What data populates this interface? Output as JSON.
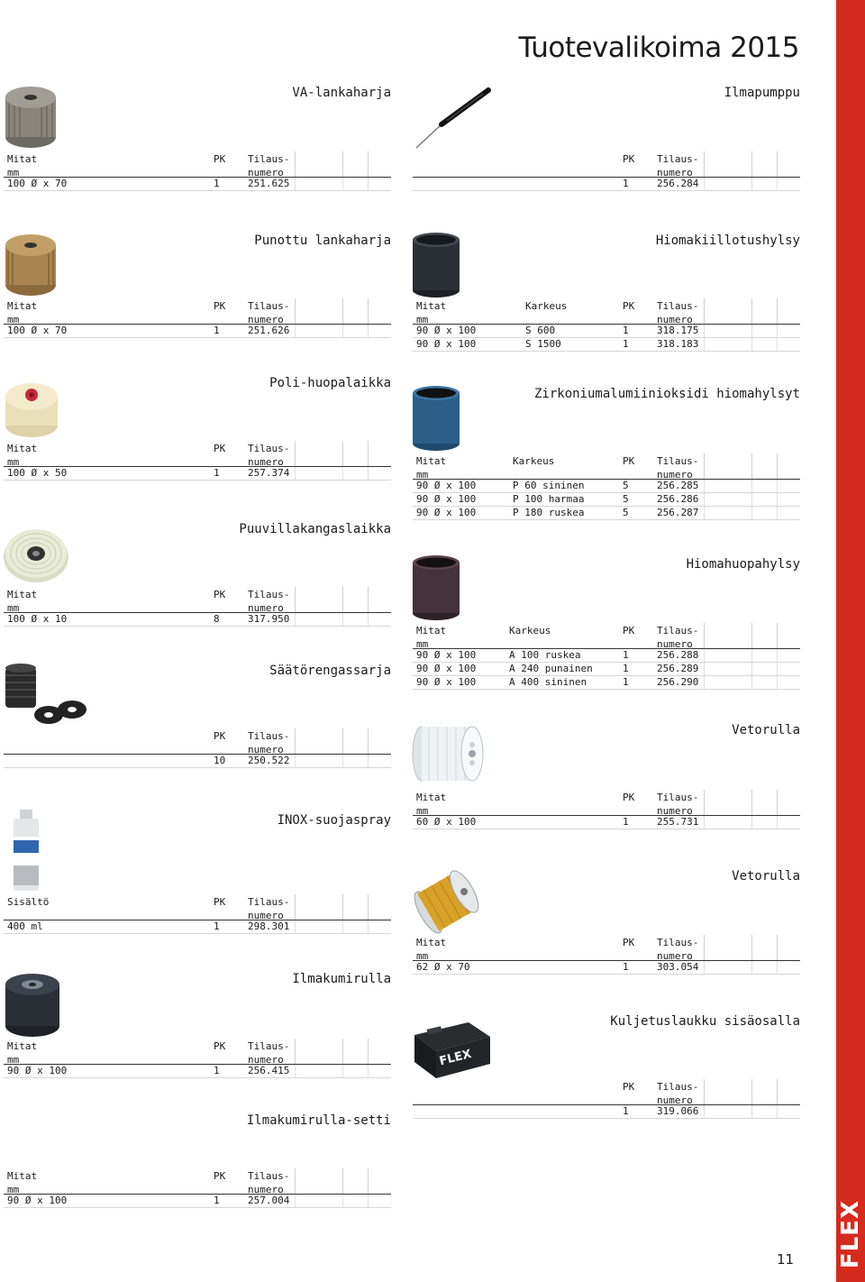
{
  "page": {
    "title": "Tuotevalikoima 2015",
    "page_number": "11",
    "brand": "FLEX",
    "brand_color": "#d52b1e"
  },
  "labels": {
    "mitat": "Mitat\nmm",
    "sisalto": "Sisältö",
    "pk": "PK",
    "tilaus": "Tilaus-\nnumero",
    "karkeus": "Karkeus"
  },
  "products": {
    "va_lankaharja": {
      "title": "VA-lankaharja",
      "rows": [
        [
          "100 Ø x 70",
          "1",
          "251.625"
        ]
      ]
    },
    "punottu_lankaharja": {
      "title": "Punottu lankaharja",
      "rows": [
        [
          "100 Ø x 70",
          "1",
          "251.626"
        ]
      ]
    },
    "poli_huopalaikka": {
      "title": "Poli-huopalaikka",
      "rows": [
        [
          "100 Ø x 50",
          "1",
          "257.374"
        ]
      ]
    },
    "puuvillakangaslaikka": {
      "title": "Puuvillakangaslaikka",
      "rows": [
        [
          "100 Ø x 10",
          "8",
          "317.950"
        ]
      ]
    },
    "saatorengassarja": {
      "title": "Säätörengassarja",
      "rows": [
        [
          "10",
          "250.522"
        ]
      ]
    },
    "inox_suojaspray": {
      "title": "INOX-suojaspray",
      "rows": [
        [
          "400 ml",
          "1",
          "298.301"
        ]
      ]
    },
    "ilmakumirulla": {
      "title": "Ilmakumirulla",
      "rows": [
        [
          "90 Ø x 100",
          "1",
          "256.415"
        ]
      ]
    },
    "ilmakumirulla_setti": {
      "title": "Ilmakumirulla-setti",
      "rows": [
        [
          "90 Ø x 100",
          "1",
          "257.004"
        ]
      ]
    },
    "ilmapumppu": {
      "title": "Ilmapumppu",
      "rows": [
        [
          "1",
          "256.284"
        ]
      ]
    },
    "hiomakiillotushylsy": {
      "title": "Hiomakiillotushylsy",
      "rows": [
        [
          "90 Ø x 100",
          "S 600",
          "1",
          "318.175"
        ],
        [
          "90 Ø x 100",
          "S 1500",
          "1",
          "318.183"
        ]
      ]
    },
    "zirkonium": {
      "title": "Zirkoniumalumiinioksidi hiomahylsyt",
      "rows": [
        [
          "90 Ø x 100",
          "P 60 sininen",
          "5",
          "256.285"
        ],
        [
          "90 Ø x 100",
          "P 100 harmaa",
          "5",
          "256.286"
        ],
        [
          "90 Ø x 100",
          "P 180 ruskea",
          "5",
          "256.287"
        ]
      ]
    },
    "hiomahuopahylsy": {
      "title": "Hiomahuopahylsy",
      "rows": [
        [
          "90 Ø x 100",
          "A 100 ruskea",
          "1",
          "256.288"
        ],
        [
          "90 Ø x 100",
          "A 240 punainen",
          "1",
          "256.289"
        ],
        [
          "90 Ø x 100",
          "A 400 sininen",
          "1",
          "256.290"
        ]
      ]
    },
    "vetorulla_1": {
      "title": "Vetorulla",
      "rows": [
        [
          "60 Ø x 100",
          "1",
          "255.731"
        ]
      ]
    },
    "vetorulla_2": {
      "title": "Vetorulla",
      "rows": [
        [
          "62 Ø x 70",
          "1",
          "303.054"
        ]
      ]
    },
    "kuljetuslaukku": {
      "title": "Kuljetuslaukku sisäosalla",
      "rows": [
        [
          "1",
          "319.066"
        ]
      ]
    }
  }
}
